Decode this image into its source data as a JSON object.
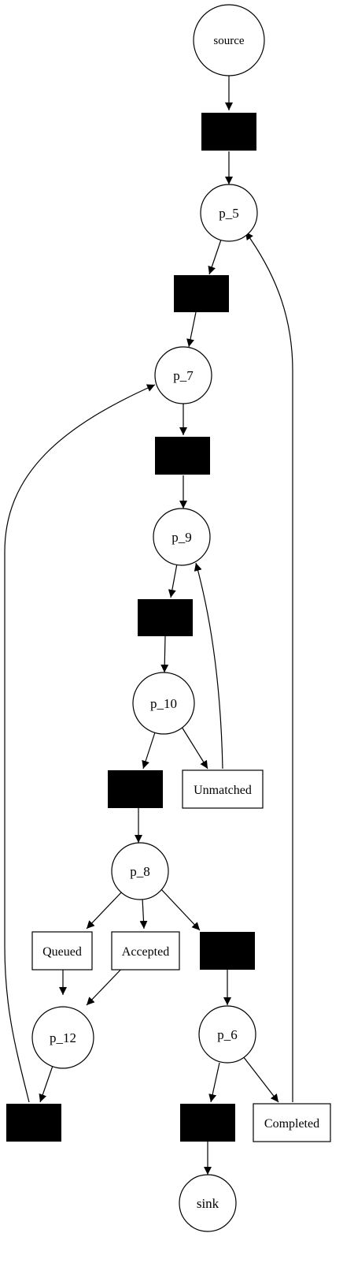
{
  "diagram": {
    "type": "petri-net",
    "colors": {
      "stroke": "#000000",
      "fill": "#ffffff",
      "silent_transition": "#000000"
    },
    "places": [
      {
        "id": "source",
        "label": "source"
      },
      {
        "id": "p_5",
        "label": "p_5"
      },
      {
        "id": "p_7",
        "label": "p_7"
      },
      {
        "id": "p_9",
        "label": "p_9"
      },
      {
        "id": "p_10",
        "label": "p_10"
      },
      {
        "id": "p_8",
        "label": "p_8"
      },
      {
        "id": "p_12",
        "label": "p_12"
      },
      {
        "id": "p_6",
        "label": "p_6"
      },
      {
        "id": "sink",
        "label": "sink"
      }
    ],
    "transitions": [
      {
        "id": "t1",
        "label": "",
        "silent": true
      },
      {
        "id": "t2",
        "label": "",
        "silent": true
      },
      {
        "id": "t3",
        "label": "",
        "silent": true
      },
      {
        "id": "t4",
        "label": "",
        "silent": true
      },
      {
        "id": "t5",
        "label": "",
        "silent": true
      },
      {
        "id": "t6",
        "label": "",
        "silent": true
      },
      {
        "id": "t7",
        "label": "",
        "silent": true
      },
      {
        "id": "t8",
        "label": "",
        "silent": true
      },
      {
        "id": "unmatched",
        "label": "Unmatched",
        "silent": false
      },
      {
        "id": "queued",
        "label": "Queued",
        "silent": false
      },
      {
        "id": "accepted",
        "label": "Accepted",
        "silent": false
      },
      {
        "id": "completed",
        "label": "Completed",
        "silent": false
      }
    ],
    "arcs": [
      {
        "from": "source",
        "to": "t1"
      },
      {
        "from": "t1",
        "to": "p_5"
      },
      {
        "from": "p_5",
        "to": "t2"
      },
      {
        "from": "t2",
        "to": "p_7"
      },
      {
        "from": "p_7",
        "to": "t3"
      },
      {
        "from": "t3",
        "to": "p_9"
      },
      {
        "from": "p_9",
        "to": "t4"
      },
      {
        "from": "t4",
        "to": "p_10"
      },
      {
        "from": "p_10",
        "to": "t5"
      },
      {
        "from": "p_10",
        "to": "unmatched"
      },
      {
        "from": "unmatched",
        "to": "p_9"
      },
      {
        "from": "t5",
        "to": "p_8"
      },
      {
        "from": "p_8",
        "to": "queued"
      },
      {
        "from": "p_8",
        "to": "accepted"
      },
      {
        "from": "p_8",
        "to": "t6"
      },
      {
        "from": "queued",
        "to": "p_12"
      },
      {
        "from": "accepted",
        "to": "p_12"
      },
      {
        "from": "p_12",
        "to": "t7"
      },
      {
        "from": "t7",
        "to": "p_7"
      },
      {
        "from": "t6",
        "to": "p_6"
      },
      {
        "from": "p_6",
        "to": "t8"
      },
      {
        "from": "p_6",
        "to": "completed"
      },
      {
        "from": "completed",
        "to": "p_5"
      },
      {
        "from": "t8",
        "to": "sink"
      }
    ]
  }
}
